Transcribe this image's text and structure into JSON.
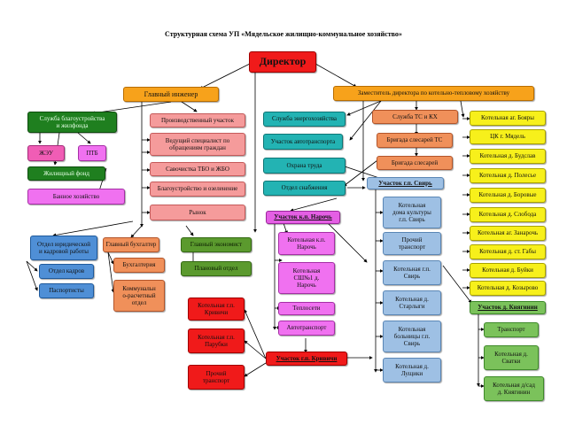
{
  "title": "Структурная схема УП «Мядельское жилищно-коммунальное хозяйство»",
  "nodes": {
    "director": "Директор",
    "chief_engineer": "Главный инженер",
    "deputy_director": "Заместитель директора по котельно-тепловому хозяйству",
    "housing_service": "Служба благоустройства\nи жилфонда",
    "zheu": "ЖЭУ",
    "ptb": "ПТБ",
    "housing_fund": "Жилищный фонд",
    "bath": "Банное хозяйство",
    "production_site": "Производственный участок",
    "lead_specialist": "Ведущий специалист по\nобращениям граждан",
    "tbo": "Савочистка ТБО и ЖБО",
    "landscaping": "Благоустройство и озеленение",
    "market": "Рынок",
    "energy_service": "Служба энергохозяйства",
    "auto_site": "Участок автотранспорта",
    "labor_protection": "Охрана труда",
    "supply_dept": "Отдел снабжения",
    "ts_kh_service": "Служба ТС и КХ",
    "ts_fitters": "Бригада слесарей ТС",
    "fitters": "Бригада слесарей",
    "site_svir": "Участок г.п. Свирь",
    "legal_dept": "Отдел юридической\nи кадровой работы",
    "hr_dept": "Отдел кадров",
    "passport": "Паспортисты",
    "chief_accountant": "Главный бухгалтер",
    "accounting": "Бухгалтерия",
    "billing": "Коммунальн\nо-расчетный\nотдел",
    "chief_economist": "Главный экономист",
    "planning": "Плановый отдел",
    "site_naroch": "Участок к.п. Нарочь",
    "boiler_naroch": "Котельная к.п.\nНарочь",
    "boiler_school_naroch": "Котельная\nСШ№1 д.\nНарочь",
    "heat_networks": "Теплосети",
    "autotransport": "Автотранспорт",
    "site_krivichi": "Участок г.п. Кривичи",
    "boiler_krivichi": "Котельная г.п.\nКривичи",
    "boiler_paruki": "Котельная г.п.\nПарубки",
    "other_krivichi": "Прочий\nтранспорт",
    "boiler_svir_house": "Котельная\nдома культуры\nг.п. Свирь",
    "other_svir": "Прочий\nтранспорт",
    "boiler_svir": "Котельная г.п.\nСвирь",
    "boiler_staryshi": "Котельная д.\nСтарлыги",
    "boiler_hospital_svir": "Котельная\nбольницы г.п.\nСвирь",
    "boiler_lushchiki": "Котельная д.\nЛущики",
    "boiler_boyary": "Котельная аг. Бояры",
    "ck_myadel": "ЦК г. Мядель",
    "boiler_budslav": "Котельная д. Будслав",
    "boiler_polesye": "Котельная д. Полесье",
    "boiler_borovye": "Котельная д. Боровые",
    "boiler_sloboda": "Котельная д. Слобода",
    "boiler_zanaroch": "Котельная аг. Занарочь",
    "boiler_gaby": "Котельная д. ст. Габы",
    "boiler_buyki": "Котельная д. Буйки",
    "boiler_kozyrovo": "Котельная д. Козырово",
    "site_kniginin": "Участок д. Княгинин",
    "transport_kniginin": "Транспорт",
    "boiler_svatki": "Котельная д.\nСватки",
    "boiler_kindergarten": "Котельная д/сад\nд. Княгинин"
  }
}
